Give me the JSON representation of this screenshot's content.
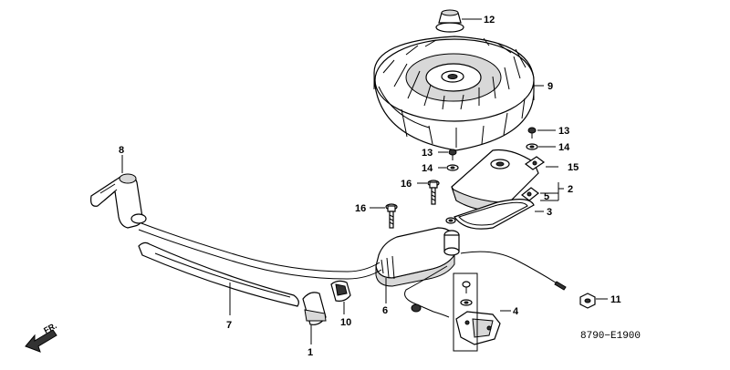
{
  "diagram": {
    "callouts": {
      "p1": "1",
      "p2": "2",
      "p3": "3",
      "p4": "4",
      "p5": "5",
      "p6": "6",
      "p7": "7",
      "p8": "8",
      "p9": "9",
      "p10": "10",
      "p11": "11",
      "p12": "12",
      "p13a": "13",
      "p13b": "13",
      "p14a": "14",
      "p14b": "14",
      "p15": "15",
      "p16a": "16",
      "p16b": "16"
    },
    "drawing_code": "8790−E1900",
    "direction_label": "FR."
  }
}
